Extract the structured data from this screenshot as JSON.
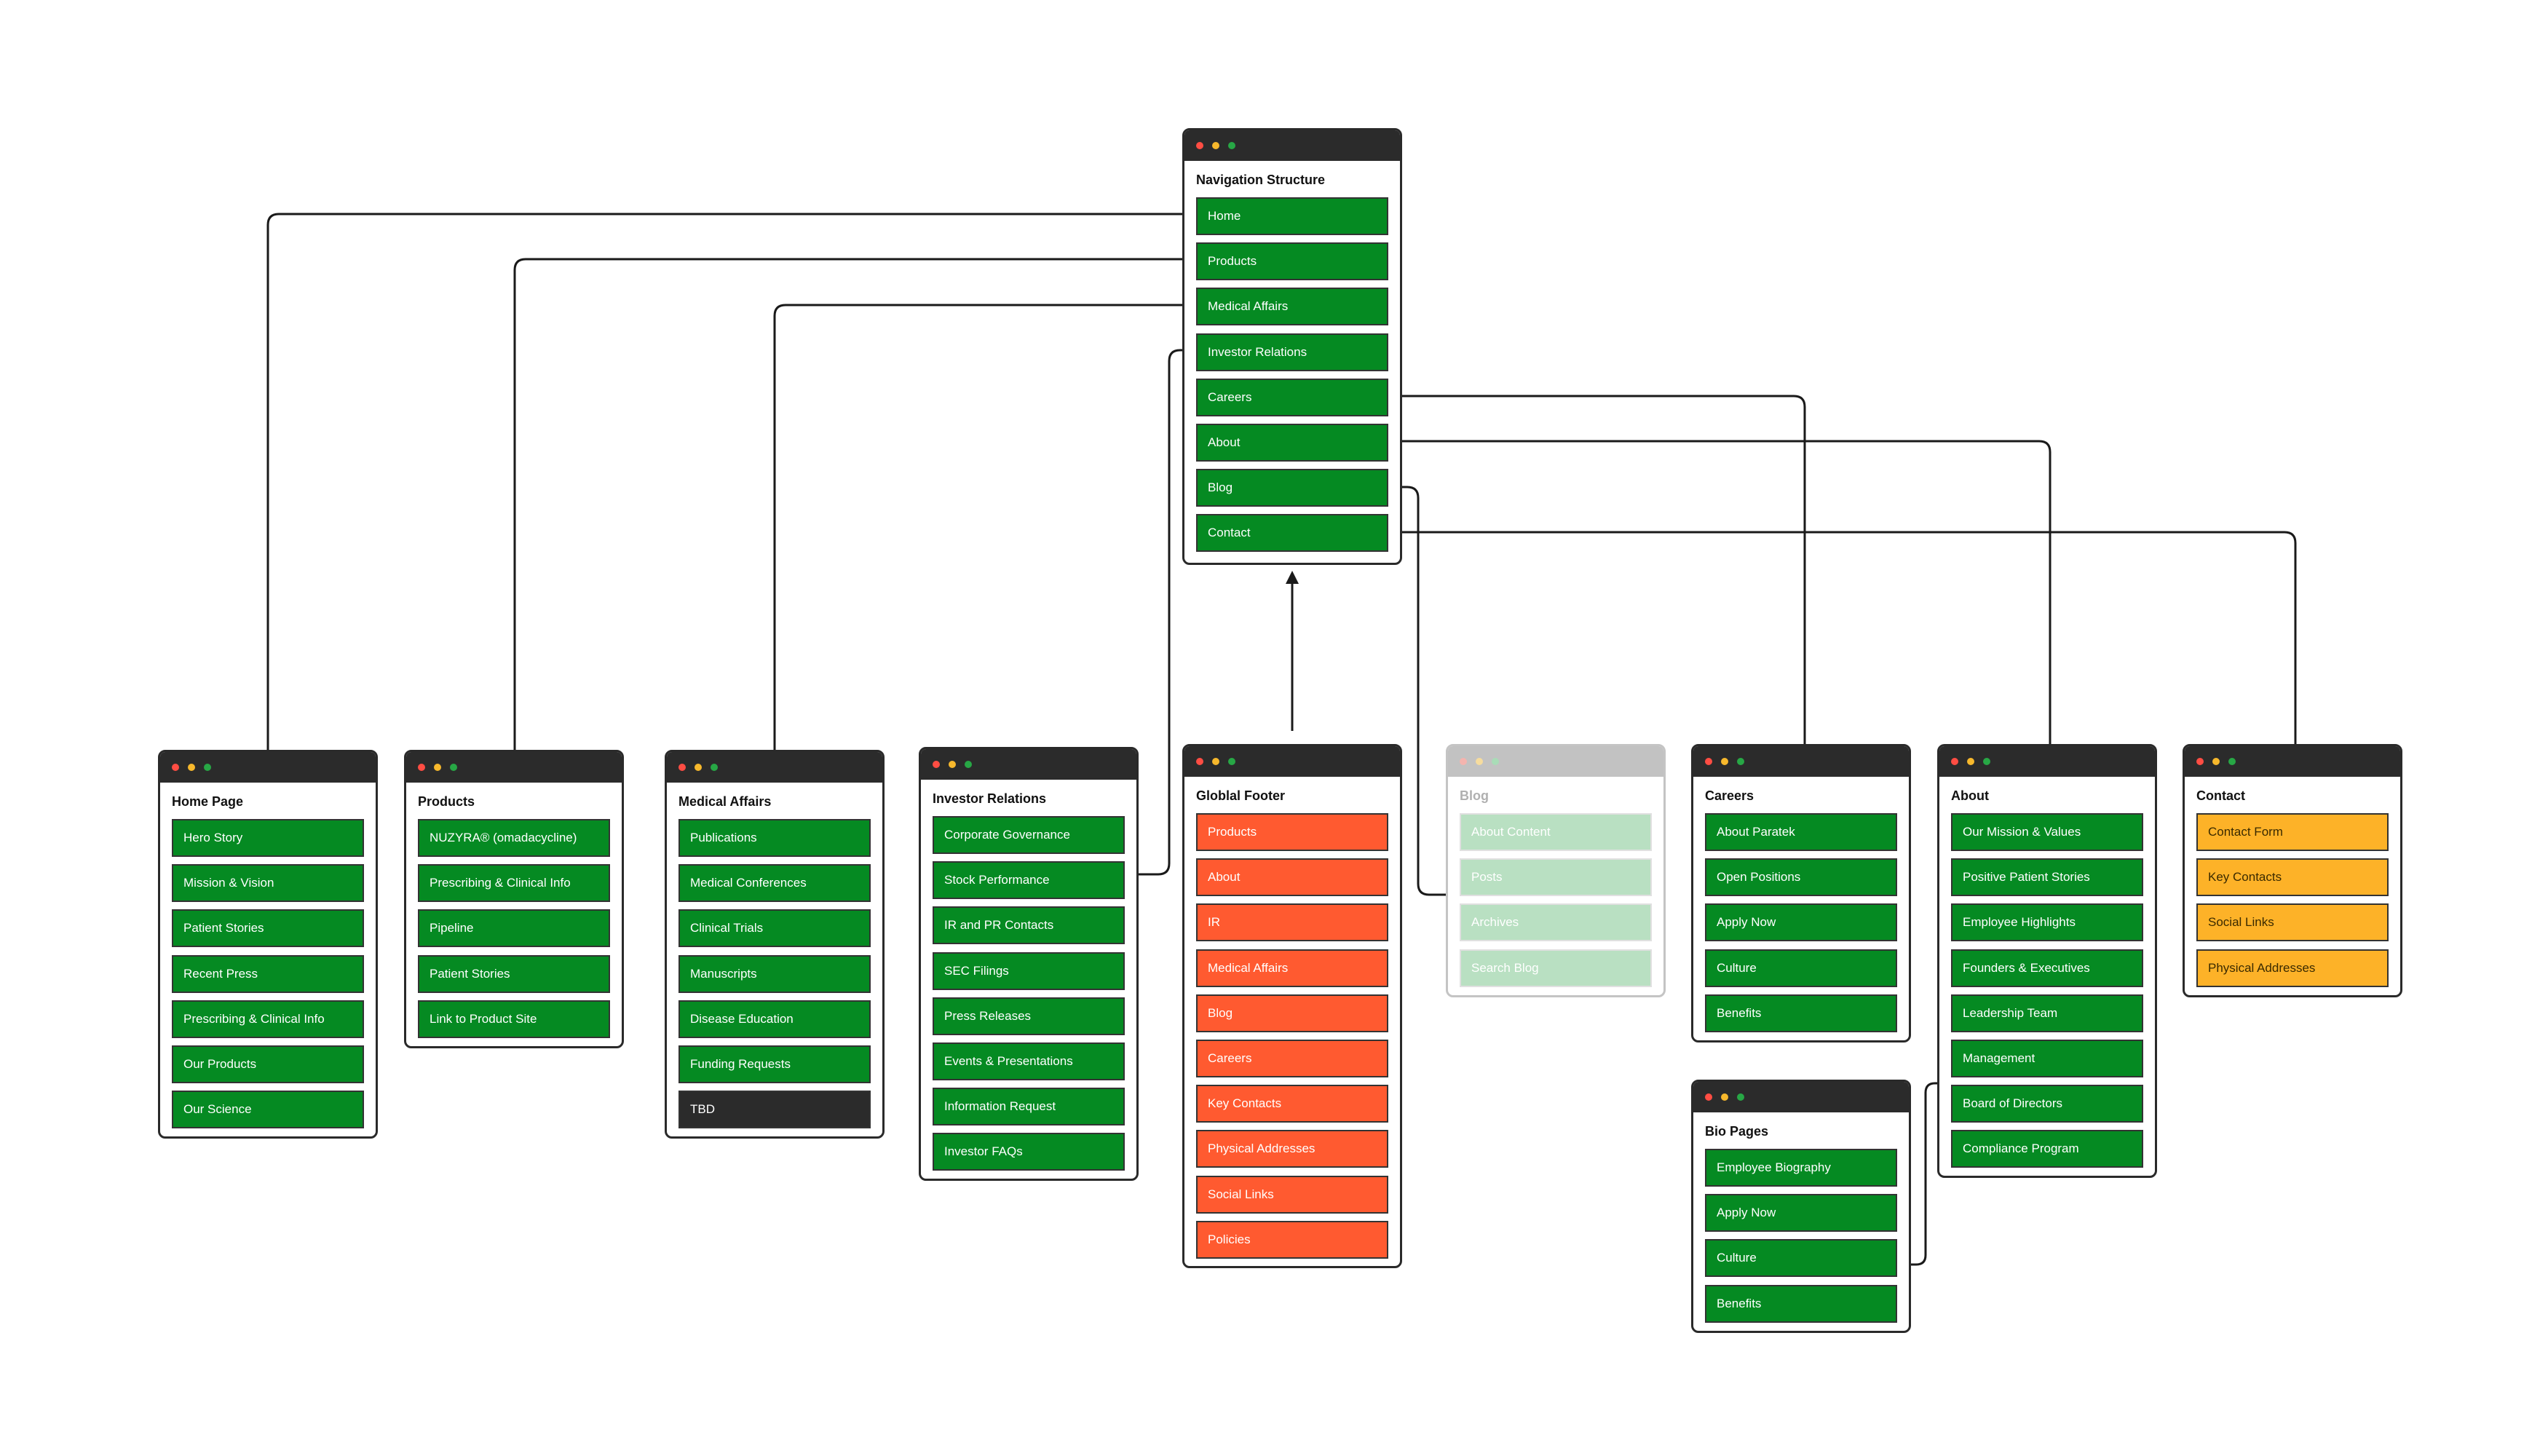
{
  "colors": {
    "green": "#058a22",
    "orange": "#ff5a30",
    "amber": "#fdb228",
    "dark": "#2b2b2b",
    "pale_green": "#b9e0c2",
    "titlebar": "#2b2b2b",
    "dot_red": "#ff4d43",
    "dot_yellow": "#f7b82c",
    "dot_green": "#27a745",
    "connector": "#1a1a1a"
  },
  "windows": {
    "nav": {
      "title": "Navigation Structure",
      "items": [
        "Home",
        "Products",
        "Medical Affairs",
        "Investor Relations",
        "Careers",
        "About",
        "Blog",
        "Contact"
      ]
    },
    "home": {
      "title": "Home Page",
      "items": [
        "Hero Story",
        "Mission & Vision",
        "Patient Stories",
        "Recent Press",
        "Prescribing & Clinical Info",
        "Our Products",
        "Our Science"
      ]
    },
    "products": {
      "title": "Products",
      "items": [
        "NUZYRA® (omadacycline)",
        "Prescribing & Clinical Info",
        "Pipeline",
        "Patient Stories",
        "Link to Product Site"
      ]
    },
    "medical": {
      "title": "Medical Affairs",
      "items": [
        "Publications",
        "Medical Conferences",
        "Clinical Trials",
        "Manuscripts",
        "Disease Education",
        "Funding Requests",
        "TBD"
      ]
    },
    "investor": {
      "title": "Investor Relations",
      "items": [
        "Corporate Governance",
        "Stock Performance",
        "IR and PR Contacts",
        "SEC Filings",
        "Press Releases",
        "Events & Presentations",
        "Information Request",
        "Investor FAQs"
      ]
    },
    "footer": {
      "title": "Globlal Footer",
      "items": [
        "Products",
        "About",
        "IR",
        "Medical Affairs",
        "Blog",
        "Careers",
        "Key Contacts",
        "Physical Addresses",
        "Social Links",
        "Policies"
      ]
    },
    "blog": {
      "title": "Blog",
      "items": [
        "About Content",
        "Posts",
        "Archives",
        "Search Blog"
      ]
    },
    "careers": {
      "title": "Careers",
      "items": [
        "About Paratek",
        "Open Positions",
        "Apply Now",
        "Culture",
        "Benefits"
      ]
    },
    "bio": {
      "title": "Bio Pages",
      "items": [
        "Employee Biography",
        "Apply Now",
        "Culture",
        "Benefits"
      ]
    },
    "about": {
      "title": "About",
      "items": [
        "Our Mission & Values",
        "Positive Patient Stories",
        "Employee Highlights",
        "Founders & Executives",
        "Leadership Team",
        "Management",
        "Board of Directors",
        "Compliance Program"
      ]
    },
    "contact": {
      "title": "Contact",
      "items": [
        "Contact Form",
        "Key Contacts",
        "Social Links",
        "Physical Addresses"
      ]
    }
  }
}
